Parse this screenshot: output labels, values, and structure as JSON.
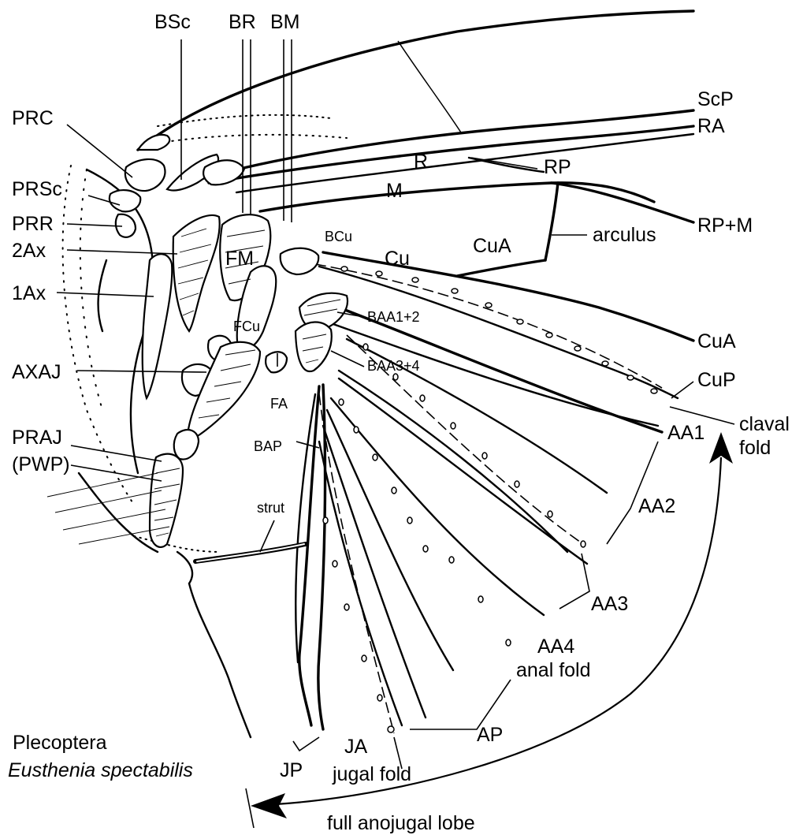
{
  "caption": {
    "order": "Plecoptera",
    "species": "Eusthenia spectabilis"
  },
  "labels": {
    "BSc": "BSc",
    "BR": "BR",
    "BM": "BM",
    "PRC": "PRC",
    "PRSc": "PRSc",
    "PRR": "PRR",
    "Ax2": "2Ax",
    "Ax1": "1Ax",
    "AXAJ": "AXAJ",
    "PRAJ": "PRAJ",
    "PWP": "(PWP)",
    "ScP": "ScP",
    "RA": "RA",
    "R": "R",
    "RP": "RP",
    "M": "M",
    "RPM": "RP+M",
    "arculus": "arculus",
    "BCu": "BCu",
    "Cu": "Cu",
    "CuA_cell": "CuA",
    "CuA": "CuA",
    "CuP": "CuP",
    "FM": "FM",
    "FCu": "FCu",
    "FA": "FA",
    "BAA12": "BAA1+2",
    "BAA34": "BAA3+4",
    "BAP": "BAP",
    "strut": "strut",
    "AA1": "AA1",
    "claval": "claval",
    "fold": "fold",
    "AA2": "AA2",
    "AA3": "AA3",
    "AA4": "AA4",
    "anal_fold": "anal fold",
    "AP": "AP",
    "JA": "JA",
    "JP": "JP",
    "jugal_fold": "jugal fold",
    "full_lobe": "full anojugal lobe"
  }
}
